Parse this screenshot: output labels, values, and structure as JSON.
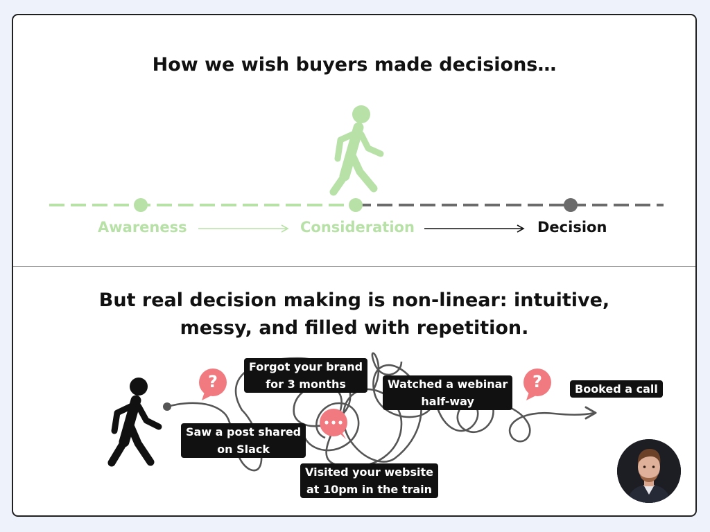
{
  "top": {
    "title": "How we wish buyers made decisions…",
    "stages": [
      "Awareness",
      "Consideration",
      "Decision"
    ]
  },
  "bottom": {
    "title_line1": "But real decision making is non-linear: intuitive,",
    "title_line2": "messy, and filled with repetition.",
    "touchpoints": [
      {
        "line1": "Saw a post shared",
        "line2": "on Slack"
      },
      {
        "line1": "Forgot your brand",
        "line2": "for 3 months"
      },
      {
        "line1": "Visited your website",
        "line2": "at 10pm in the train"
      },
      {
        "line1": "Watched a webinar",
        "line2": "half-way"
      },
      {
        "line1": "Booked a call",
        "line2": ""
      }
    ],
    "bubbles": [
      "?",
      "…",
      "?"
    ]
  },
  "colors": {
    "green": "#b7e1a7",
    "gray": "#6b6b6b",
    "pink": "#f07a7f",
    "dark": "#111111"
  }
}
